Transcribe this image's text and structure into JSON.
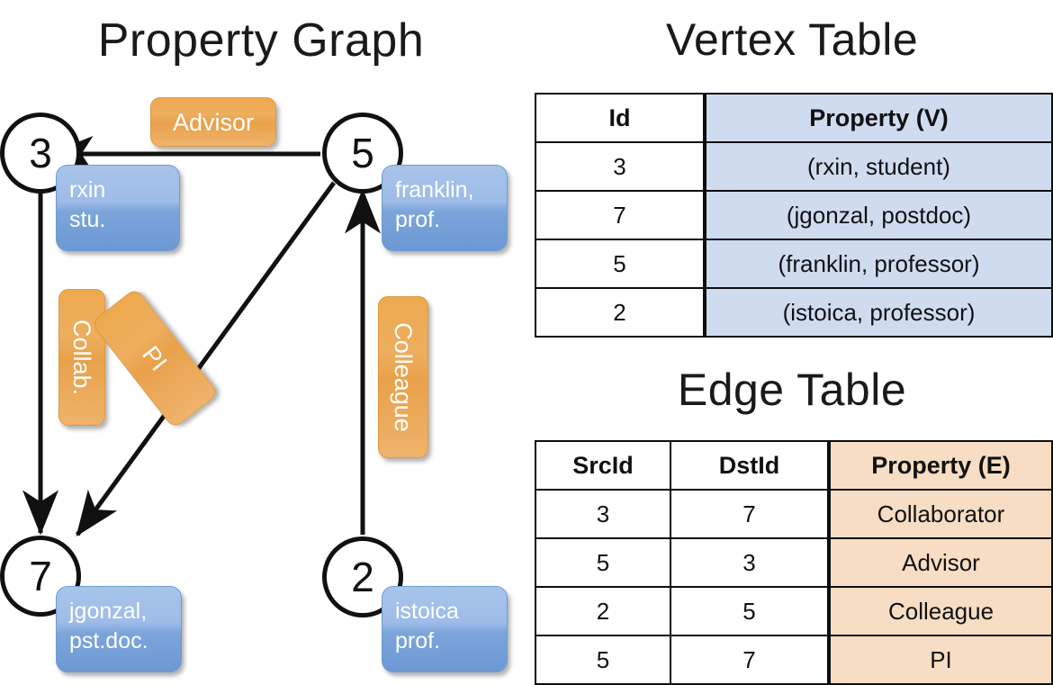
{
  "titles": {
    "property_graph": "Property Graph",
    "vertex_table": "Vertex Table",
    "edge_table": "Edge Table"
  },
  "colors": {
    "vertex_property_fill": "#cfdcf0",
    "edge_property_fill": "#f6ddc3",
    "node_box_blue": "#7ba4da",
    "edge_label_orange": "#e9a14a",
    "stroke": "#0d0d0d"
  },
  "graph": {
    "nodes": [
      {
        "id": "3",
        "property_line1": "rxin",
        "property_line2": "stu."
      },
      {
        "id": "5",
        "property_line1": "franklin,",
        "property_line2": "prof."
      },
      {
        "id": "7",
        "property_line1": "jgonzal,",
        "property_line2": "pst.doc."
      },
      {
        "id": "2",
        "property_line1": "istoica",
        "property_line2": "prof."
      }
    ],
    "edge_labels": [
      {
        "name": "advisor",
        "text": "Advisor",
        "orientation": "horizontal"
      },
      {
        "name": "collab",
        "text": "Collab.",
        "orientation": "vertical"
      },
      {
        "name": "pi",
        "text": "PI",
        "orientation": "diagonal"
      },
      {
        "name": "colleague",
        "text": "Colleague",
        "orientation": "vertical"
      }
    ],
    "edges": [
      {
        "src": "5",
        "dst": "3",
        "label": "Advisor"
      },
      {
        "src": "3",
        "dst": "7",
        "label": "Collab."
      },
      {
        "src": "5",
        "dst": "7",
        "label": "PI"
      },
      {
        "src": "2",
        "dst": "5",
        "label": "Colleague"
      }
    ]
  },
  "vertex_table": {
    "headers": [
      "Id",
      "Property (V)"
    ],
    "rows": [
      {
        "id": "3",
        "property": "(rxin, student)"
      },
      {
        "id": "7",
        "property": "(jgonzal, postdoc)"
      },
      {
        "id": "5",
        "property": "(franklin, professor)"
      },
      {
        "id": "2",
        "property": "(istoica, professor)"
      }
    ]
  },
  "edge_table": {
    "headers": [
      "SrcId",
      "DstId",
      "Property (E)"
    ],
    "rows": [
      {
        "src": "3",
        "dst": "7",
        "property": "Collaborator"
      },
      {
        "src": "5",
        "dst": "3",
        "property": "Advisor"
      },
      {
        "src": "2",
        "dst": "5",
        "property": "Colleague"
      },
      {
        "src": "5",
        "dst": "7",
        "property": "PI"
      }
    ]
  }
}
